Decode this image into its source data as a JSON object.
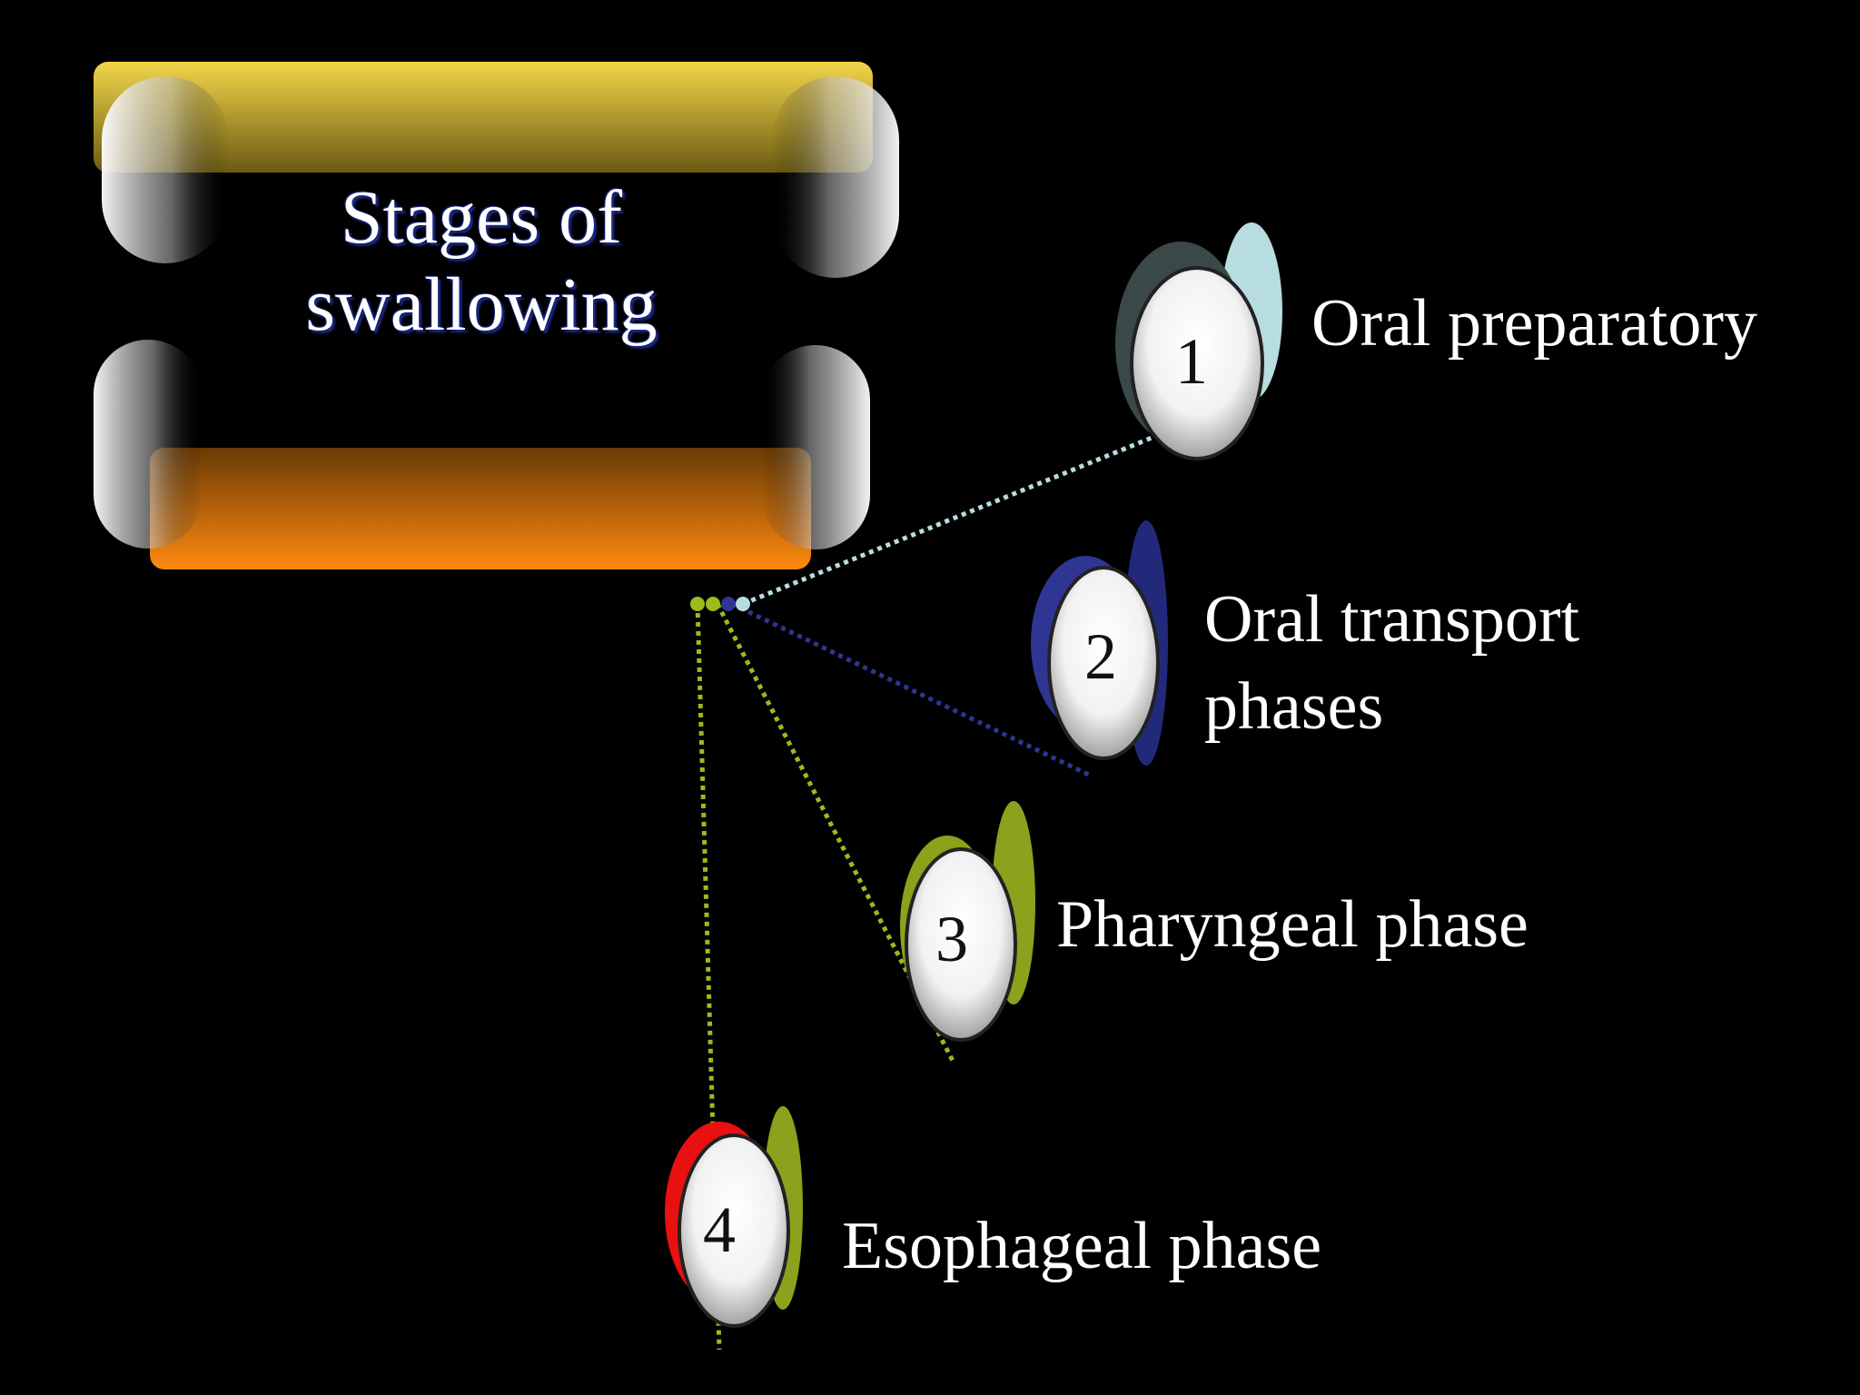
{
  "title": "Stages of\nswallowing",
  "stages": [
    {
      "number": "1",
      "label": "Oral preparatory",
      "color": "#b8dde0",
      "back_color": "#3a4a4a"
    },
    {
      "number": "2",
      "label": "Oral transport\nphases",
      "color": "#2f3593",
      "back_color": "#23297a"
    },
    {
      "number": "3",
      "label": "Pharyngeal phase",
      "color": "#8aa21c",
      "back_color": "#6e8a10"
    },
    {
      "number": "4",
      "label": "Esophageal phase",
      "color": "#e81010",
      "back_color": "#8aa21c"
    }
  ],
  "colors": {
    "background": "#000000",
    "top_bar": "#e8c83a",
    "bottom_bar": "#f58a0a",
    "title_shadow": "#1a2a8a"
  }
}
